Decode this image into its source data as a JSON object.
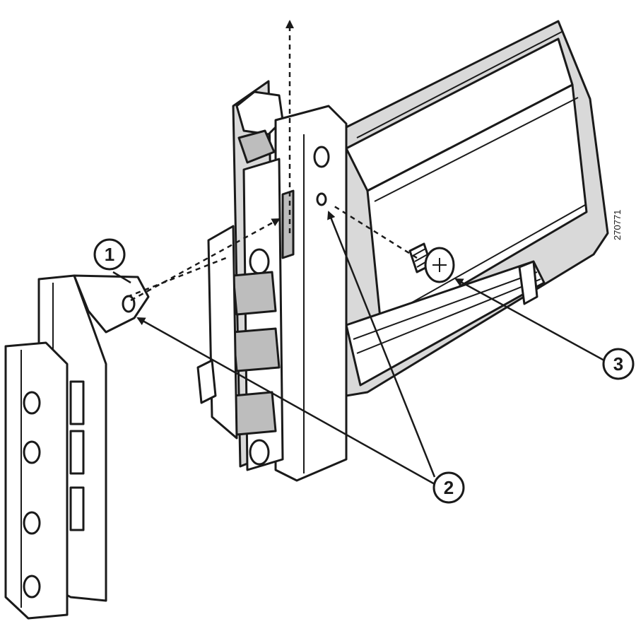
{
  "callouts": [
    {
      "label": "1",
      "part": "bracket-tab"
    },
    {
      "label": "2",
      "part": "mounting-holes"
    },
    {
      "label": "3",
      "part": "screw"
    }
  ],
  "figure_id": "270771",
  "colors": {
    "line": "#1a1a1a",
    "shade": "#d9d9d9",
    "background": "#ffffff"
  }
}
